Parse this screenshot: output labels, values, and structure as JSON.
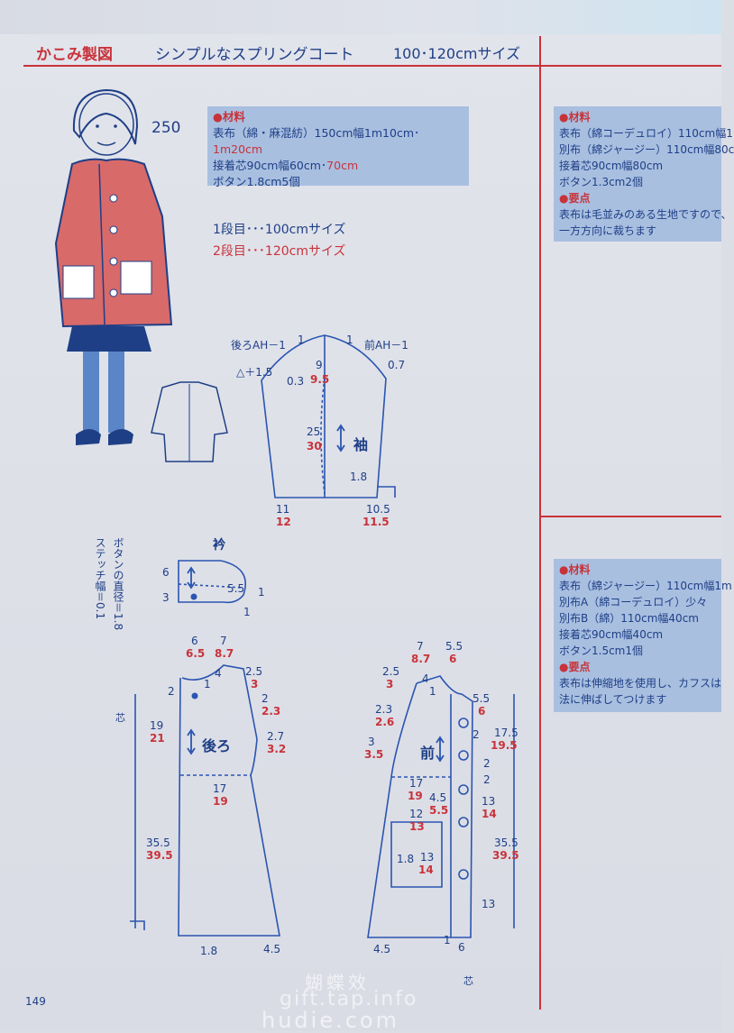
{
  "header": {
    "section": "かこみ製図",
    "title": "シンプルなスプリングコート",
    "sizes": "100･120cmサイズ"
  },
  "model_number": "250",
  "materials": {
    "heading": "●材料",
    "line1_a": "表布（綿・麻混紡）150cm幅1m10cm･",
    "line1_b": "1m20cm",
    "line2_a": "接着芯90cm幅60cm･",
    "line2_b": "70cm",
    "line3": "ボタン1.8cm5個"
  },
  "tiers": {
    "tier1": "1段目･･･100cmサイズ",
    "tier2": "2段目･･･120cmサイズ"
  },
  "side_top": {
    "heading": "●材料",
    "lines": [
      "表布（綿コーデュロイ）110cm幅1",
      "別布（綿ジャージー）110cm幅80c",
      "接着芯90cm幅80cm",
      "ボタン1.3cm2個"
    ],
    "point_heading": "●要点",
    "point_lines": [
      "表布は毛並みのある生地ですので、",
      "一方方向に裁ちます"
    ]
  },
  "side_bottom": {
    "heading": "●材料",
    "lines": [
      "表布（綿ジャージー）110cm幅1m",
      "別布A（綿コーデュロイ）少々",
      "別布B（綿）110cm幅40cm",
      "接着芯90cm幅40cm",
      "ボタン1.5cm1個"
    ],
    "point_heading": "●要点",
    "point_lines": [
      "表布は伸縮地を使用し、カフスは",
      "法に伸ばしてつけます"
    ]
  },
  "sleeve": {
    "name": "袖",
    "back_ah": "後ろAH－1",
    "front_ah": "前AH－1",
    "tri_plus": "△＋1.5",
    "cap_left": "0.3",
    "cap_right": "0.7",
    "top1_l": "1",
    "top1_r": "1",
    "half_w": "9",
    "half_w_red": "9.5",
    "len": "25",
    "len_red": "30",
    "cuff": "1.8",
    "hem_l": "11",
    "hem_l_red": "12",
    "hem_r": "10.5",
    "hem_r_red": "11.5"
  },
  "collar": {
    "name": "衿",
    "h6": "6",
    "h3": "3",
    "w55": "5.5",
    "t1": "1",
    "t1b": "1"
  },
  "notes": {
    "button_diameter": "ボタンの直径＝",
    "button_value": "1.8",
    "stitch_width": "ステッチ幅＝",
    "stitch_value": "0.1"
  },
  "back": {
    "name": "後ろ",
    "center": "芯",
    "w1": "6",
    "w1_red": "6.5",
    "w2": "7",
    "w2_red": "8.7",
    "n2": "2",
    "n4": "4",
    "n1": "1",
    "sh": "2.5",
    "sh_red": "3",
    "s2": "2",
    "s2_red": "2.3",
    "arm": "2.7",
    "arm_red": "3.2",
    "len": "19",
    "len_red": "21",
    "chest": "17",
    "chest_red": "19",
    "skirt": "35.5",
    "skirt_red": "39.5",
    "hem1": "1.8",
    "hem2": "4.5"
  },
  "front": {
    "name": "前",
    "center": "芯",
    "w1": "7",
    "w1_red": "8.7",
    "w2": "5.5",
    "w2_red": "6",
    "sh": "2.5",
    "sh_red": "3",
    "n4": "4",
    "n1": "1",
    "n2": "2",
    "nk": "5.5",
    "nk_red": "6",
    "s23": "2.3",
    "s23_red": "2.6",
    "arm": "3",
    "arm_red": "3.5",
    "top": "17.5",
    "top_red": "19.5",
    "b2a": "2",
    "b2b": "2",
    "chest": "17",
    "chest_red": "19",
    "p45": "4.5",
    "p45_red": "5.5",
    "p12": "12",
    "p12_red": "13",
    "p18": "1.8",
    "p13": "13",
    "p13_red": "14",
    "b13": "13",
    "b13_red": "14",
    "skirt": "35.5",
    "skirt_red": "39.5",
    "b13c": "13",
    "hem1": "4.5",
    "hem2": "1",
    "hem3": "6"
  },
  "page_number": "149",
  "watermark": {
    "line1": "蝴蝶效",
    "line2": "gift.tap.info",
    "line3": "hudie.com"
  },
  "colors": {
    "ink": "#1e3f86",
    "accent": "#c8333a",
    "box": "#a9bfe0"
  }
}
